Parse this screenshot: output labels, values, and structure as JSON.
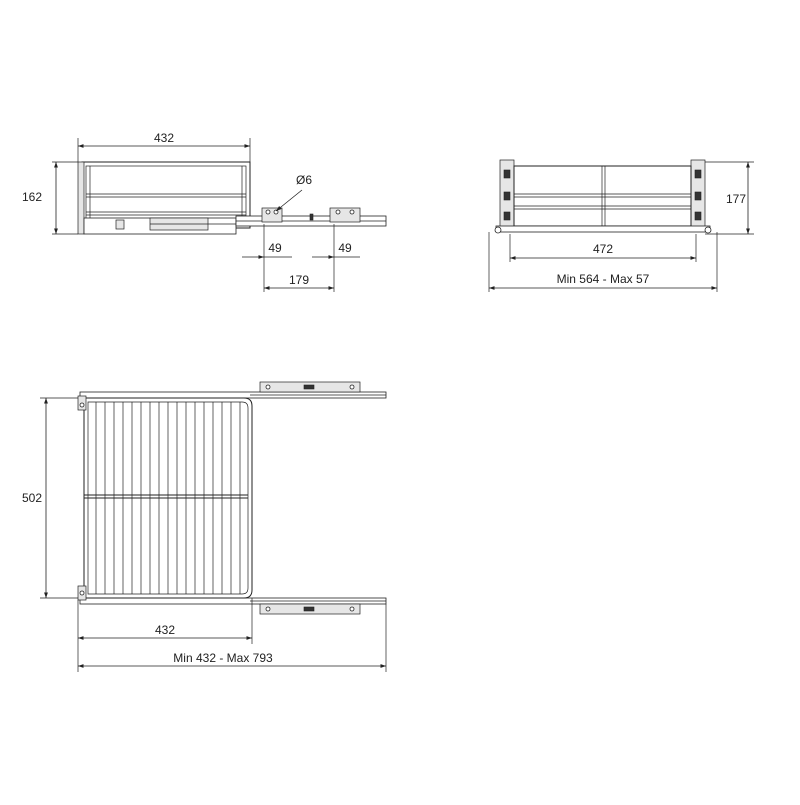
{
  "side_view": {
    "width_label": "432",
    "height_label": "162",
    "hole_label": "Ø6",
    "bracket_left_label": "49",
    "bracket_right_label": "49",
    "hole_spacing_label": "179"
  },
  "front_view": {
    "height_label": "177",
    "width_label": "472",
    "range_label": "Min 564 - Max 57"
  },
  "top_view": {
    "depth_label": "502",
    "width_label": "432",
    "range_label": "Min 432 - Max 793"
  },
  "colors": {
    "line": "#222222",
    "background": "#ffffff"
  }
}
